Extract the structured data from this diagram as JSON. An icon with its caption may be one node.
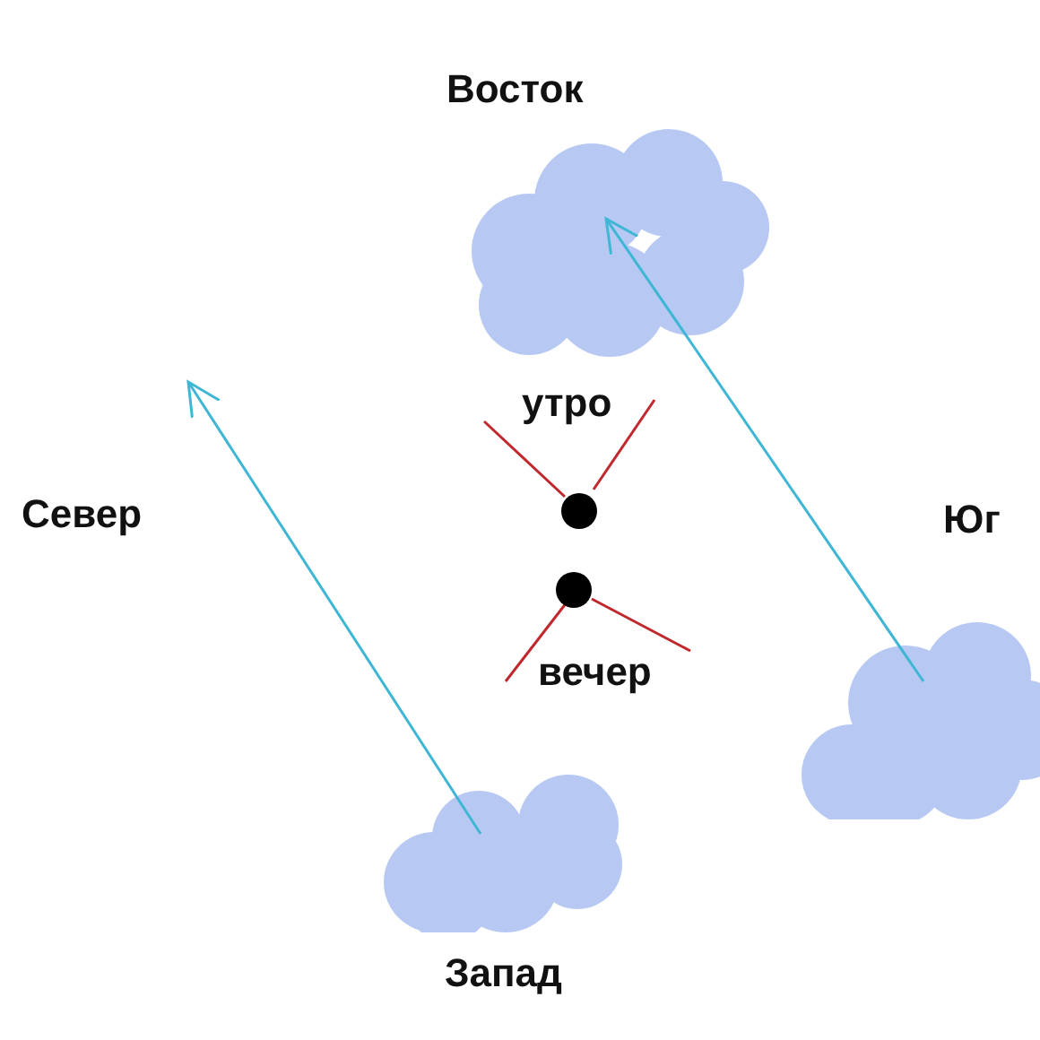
{
  "diagram": {
    "nodes": [
      {
        "text": [],
        "shape": "cloud"
      },
      {
        "text": [],
        "shape": "cloud"
      },
      {
        "text": [],
        "shape": "cloud"
      }
    ],
    "edges": [
      {
        "from": 2,
        "to": null,
        "arrow": "to"
      },
      {
        "from": 1,
        "to": 0,
        "arrow": "to"
      }
    ],
    "labels": [
      "Восток",
      "Север",
      "утро",
      "Юг",
      "вечер",
      "Запад"
    ]
  }
}
